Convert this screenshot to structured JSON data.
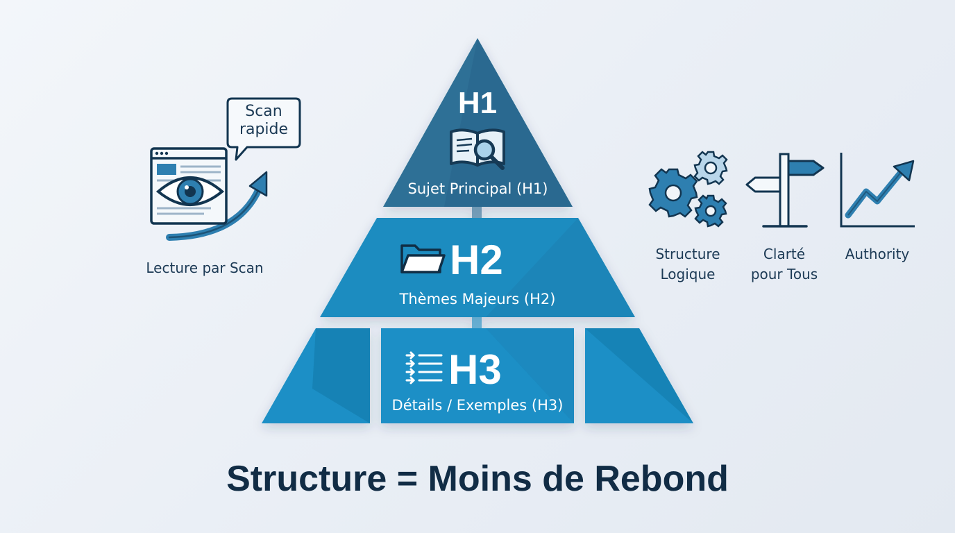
{
  "colors": {
    "top_tier": "#2f6f96",
    "mid_tier": "#1d8cc0",
    "bottom_tier": "#1b8fc6",
    "ink": "#1c3a55",
    "icon_blue": "#2e7fb0"
  },
  "pyramid": {
    "h1": {
      "title": "H1",
      "caption": "Sujet Principal (H1)",
      "icon": "book-magnifier-icon"
    },
    "h2": {
      "title": "H2",
      "caption": "Thèmes Majeurs (H2)",
      "icon": "folder-icon"
    },
    "h3": {
      "title": "H3",
      "caption": "Détails / Exemples (H3)",
      "icon": "list-arrows-icon"
    }
  },
  "left_panel": {
    "bubble_line1": "Scan",
    "bubble_line2": "rapide",
    "label": "Lecture par Scan",
    "icons": [
      "browser-eye-icon",
      "curved-arrow-icon",
      "speech-bubble-icon"
    ]
  },
  "right_panel": {
    "items": [
      {
        "icon": "gears-icon",
        "line1": "Structure",
        "line2": "Logique"
      },
      {
        "icon": "signpost-icon",
        "line1": "Clarté",
        "line2": "pour Tous"
      },
      {
        "icon": "growth-chart-icon",
        "line1": "Authority",
        "line2": ""
      }
    ]
  },
  "footer": {
    "headline": "Structure = Moins de Rebond"
  }
}
